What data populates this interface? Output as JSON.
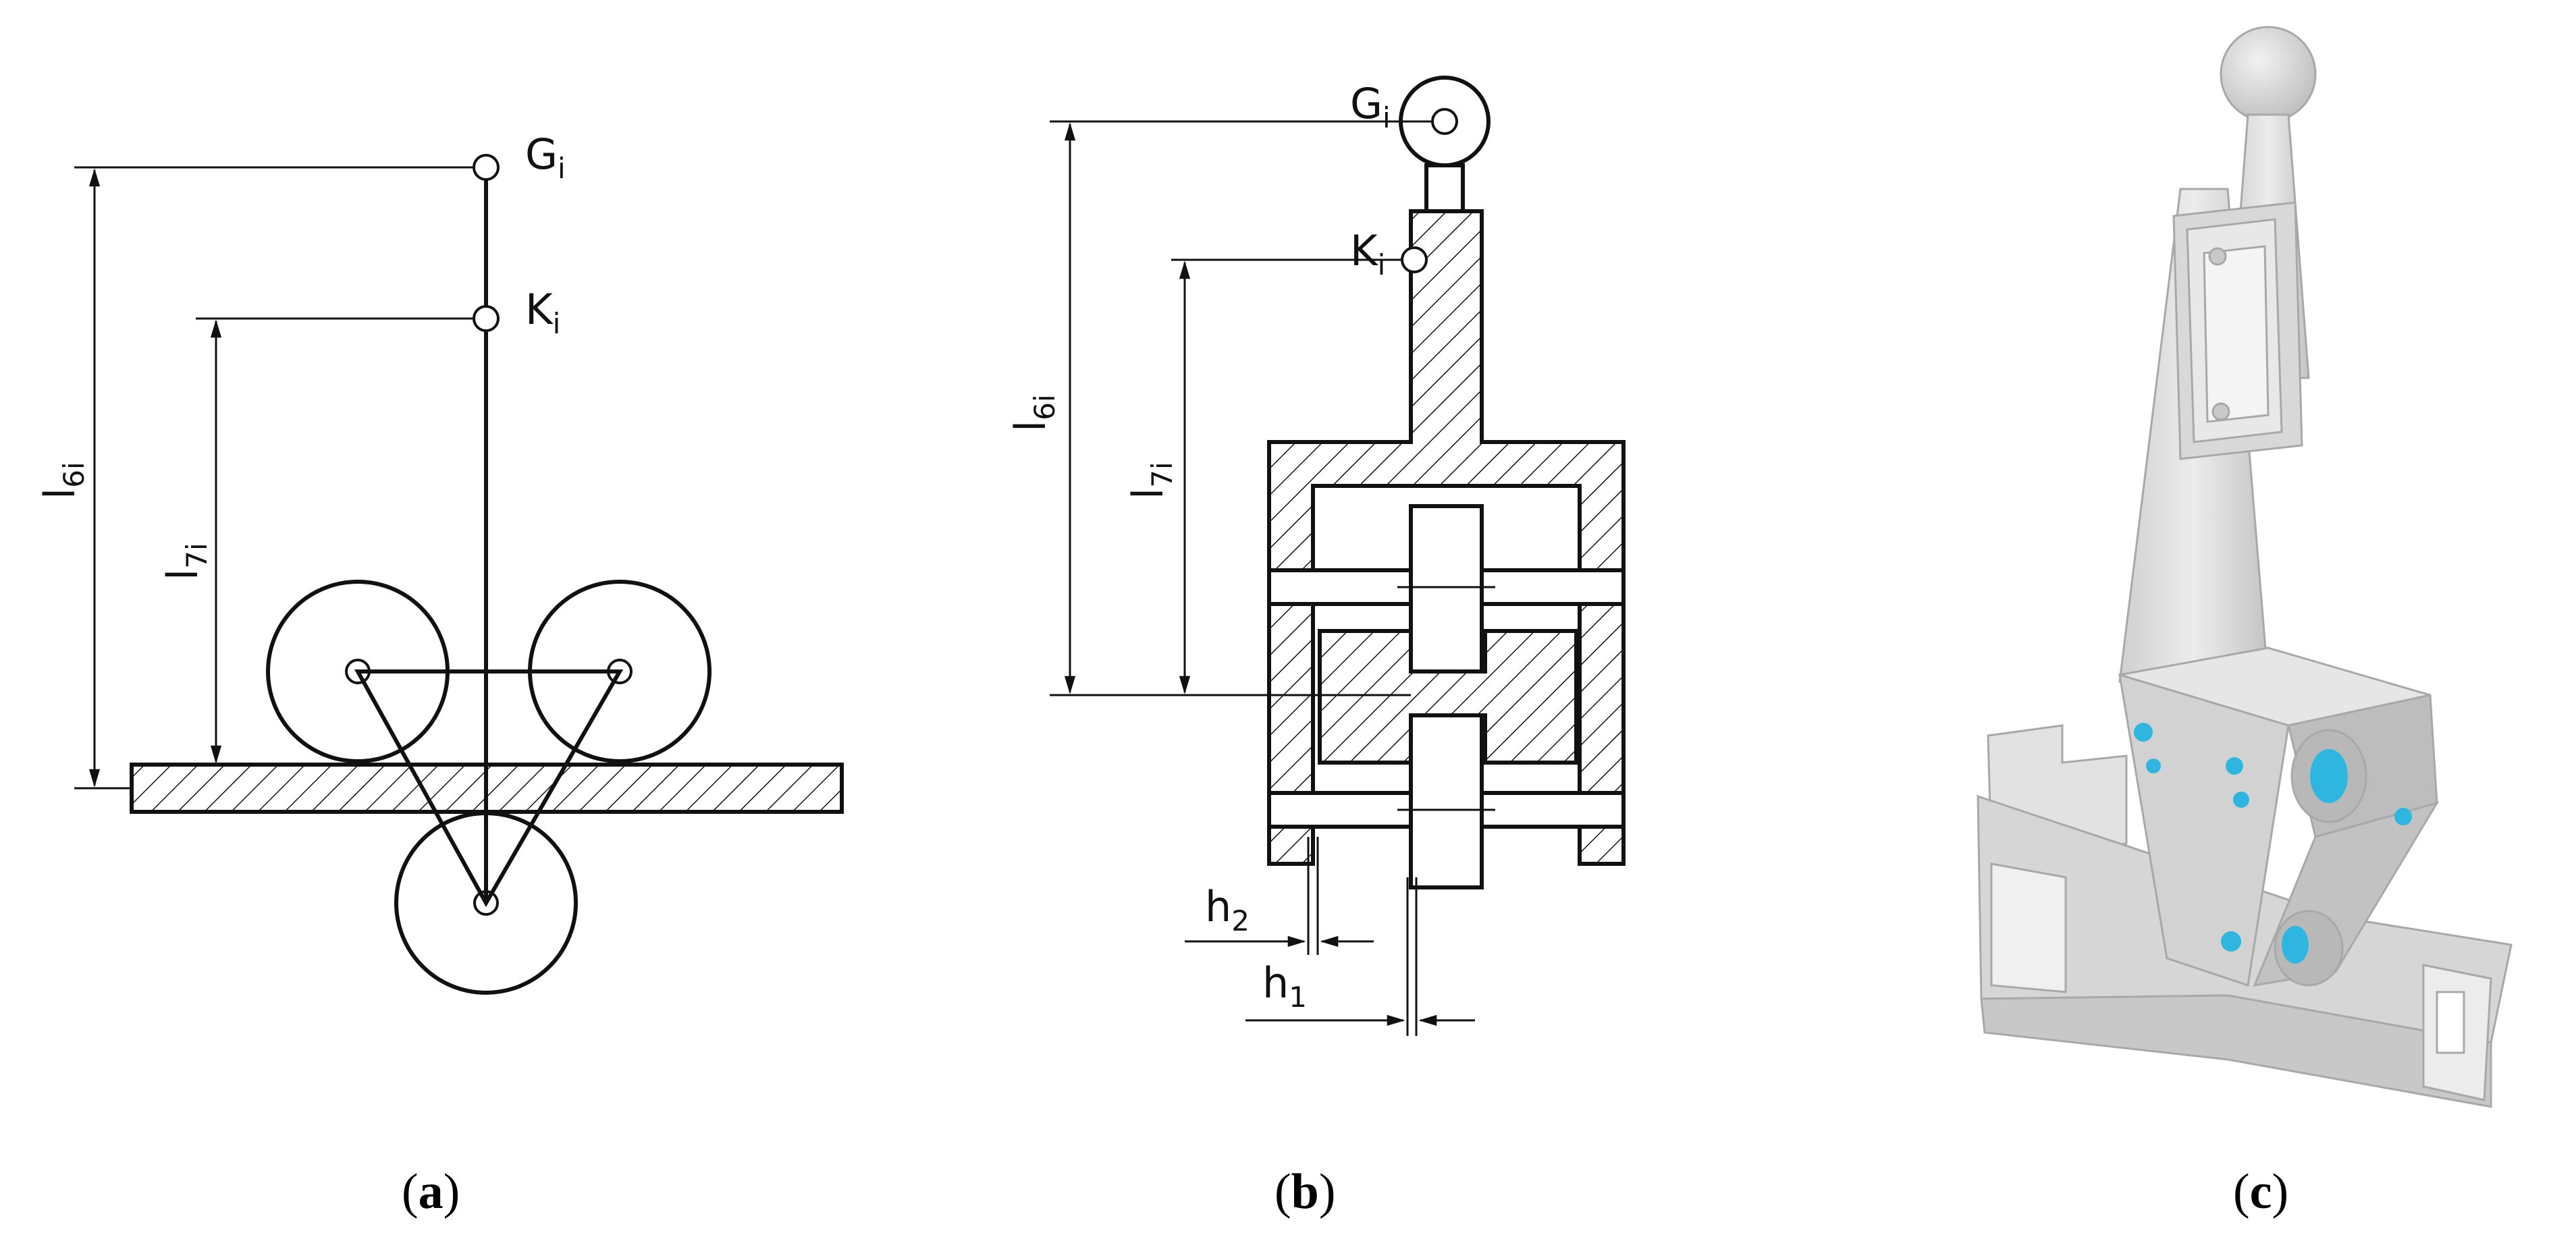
{
  "panels": [
    {
      "id": "a",
      "caption_letter": "a",
      "labels": {
        "g": "G",
        "g_sub": "i",
        "k": "K",
        "k_sub": "i",
        "l6": "l",
        "l6_sub": "6i",
        "l7": "l",
        "l7_sub": "7i"
      }
    },
    {
      "id": "b",
      "caption_letter": "b",
      "labels": {
        "g": "G",
        "g_sub": "i",
        "k": "K",
        "k_sub": "i",
        "l6": "l",
        "l6_sub": "6i",
        "l7": "l",
        "l7_sub": "7i",
        "h2": "h",
        "h2_sub": "2",
        "h1": "h",
        "h1_sub": "1"
      }
    },
    {
      "id": "c",
      "caption_letter": "c"
    }
  ],
  "caption": {
    "open": "(",
    "close": ")"
  },
  "colors": {
    "line": "#111111",
    "model_body": "#d9d9d9",
    "model_shadow": "#bfbfbf",
    "bolt": "#2fb6e0"
  }
}
